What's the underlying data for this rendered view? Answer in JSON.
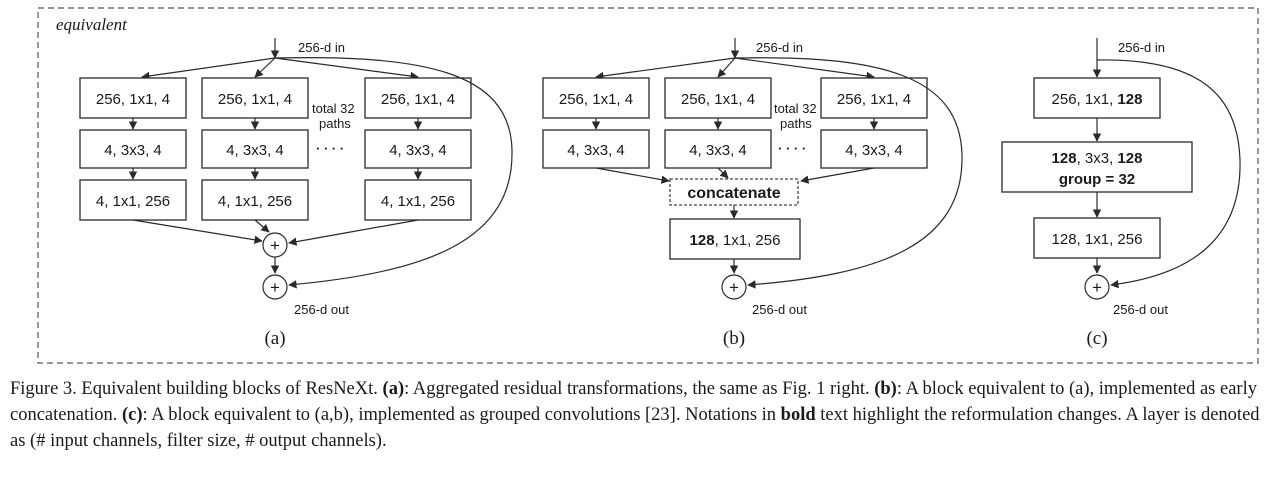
{
  "frame_label": "equivalent",
  "panels": {
    "a": {
      "label": "(a)",
      "input": "256-d in",
      "output": "256-d out",
      "paths_note": [
        "total 32",
        "paths"
      ],
      "ellipsis": "· · · ·",
      "col1": [
        [
          "256, 1x1, 4"
        ],
        [
          "4, 3x3, 4"
        ],
        [
          "4, 1x1, 256"
        ]
      ],
      "col2": [
        [
          "256, 1x1, 4"
        ],
        [
          "4, 3x3, 4"
        ],
        [
          "4, 1x1, 256"
        ]
      ],
      "col3": [
        [
          "256, 1x1, 4"
        ],
        [
          "4, 3x3, 4"
        ],
        [
          "4, 1x1, 256"
        ]
      ],
      "plus": "+"
    },
    "b": {
      "label": "(b)",
      "input": "256-d in",
      "output": "256-d out",
      "paths_note": [
        "total 32",
        "paths"
      ],
      "ellipsis": "· · · ·",
      "col1": [
        [
          "256, 1x1, 4"
        ],
        [
          "4, 3x3, 4"
        ]
      ],
      "col2": [
        [
          "256, 1x1, 4"
        ],
        [
          "4, 3x3, 4"
        ]
      ],
      "col3": [
        [
          "256, 1x1, 4"
        ],
        [
          "4, 3x3, 4"
        ]
      ],
      "concat": "concatenate",
      "final_bold": "128",
      "final_rest": ", 1x1, 256",
      "plus": "+"
    },
    "c": {
      "label": "(c)",
      "input": "256-d in",
      "output": "256-d out",
      "box1_rest": "256, 1x1, ",
      "box1_bold": "128",
      "box2_bold1": "128",
      "box2_mid": ", 3x3, ",
      "box2_bold2": "128",
      "box2_line2": "group = 32",
      "box3": "128, 1x1, 256",
      "plus": "+"
    }
  },
  "caption": {
    "t1": "Figure 3. Equivalent building blocks of ResNeXt. ",
    "b1": "(a)",
    "t2": ": Aggregated residual transformations, the same as Fig. 1 right. ",
    "b2": "(b)",
    "t3": ": A block equivalent to (a), implemented as early concatenation. ",
    "b3": "(c)",
    "t4": ": A block equivalent to (a,b), implemented as grouped convolutions [23]. Notations in ",
    "b4": "bold",
    "t5": " text highlight the reformulation changes. A layer is denoted as (# input channels, filter size, # output channels)."
  }
}
